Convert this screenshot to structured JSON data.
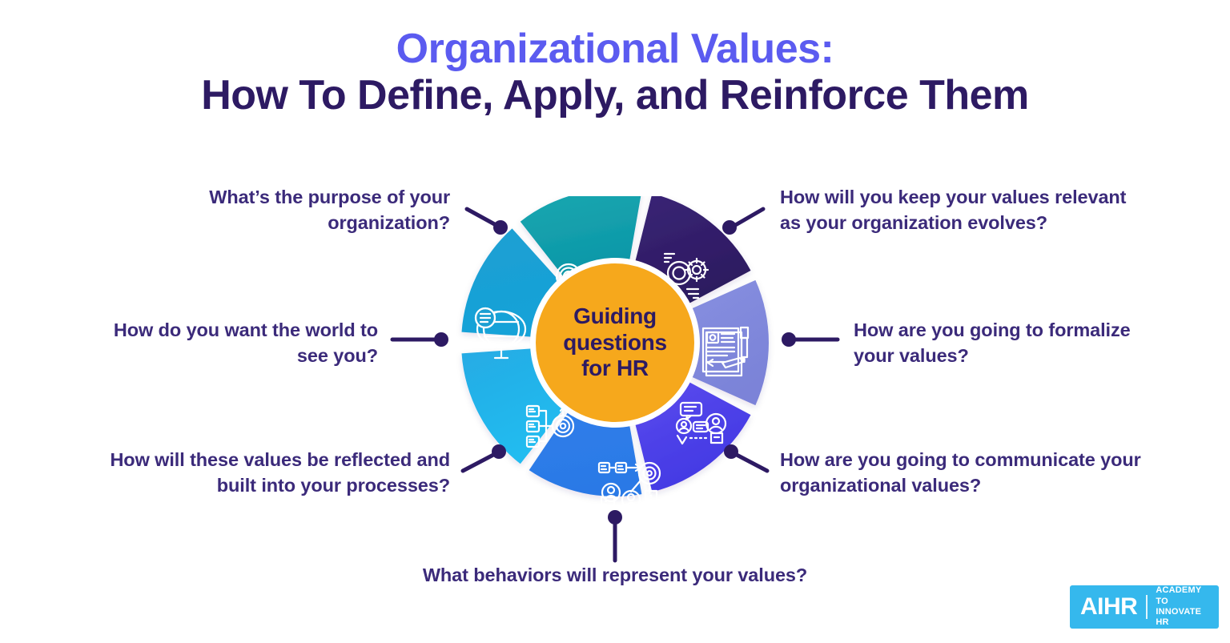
{
  "title": {
    "line1": "Organizational Values:",
    "line2": "How To Define, Apply, and Reinforce Them",
    "line1_color": "#5B5BF0",
    "line2_color": "#2D1A63"
  },
  "hub": {
    "text": "Guiding\nquestions\nfor HR",
    "fill": "#F6A81C",
    "text_color": "#2D1A63"
  },
  "chart_data": {
    "type": "pie",
    "title": "Guiding questions for HR",
    "subtype": "donut-wheel",
    "categories": [
      "What's the purpose of your organization?",
      "How do you want the world to see you?",
      "How will these values be reflected and built into your processes?",
      "What behaviors will represent your values?",
      "How are you going to communicate your organizational values?",
      "How are you going to formalize your values?",
      "How will you keep your values relevant as your organization evolves?"
    ],
    "values": [
      1,
      1,
      1,
      1,
      1,
      1,
      1
    ],
    "colors": [
      "#12A0AC",
      "#1C9FD2",
      "#23B3EA",
      "#2B7CE8",
      "#4B42E8",
      "#8189DC",
      "#33206B"
    ],
    "legend": "none",
    "grid": false
  },
  "segments": [
    {
      "id": "purpose",
      "color": "#12A0AC",
      "icon": "target-arrow-icon",
      "label": "What’s the purpose of your organization?",
      "label_lines": "What’s the purpose of your\norganization?"
    },
    {
      "id": "world",
      "color": "#1C9FD2",
      "icon": "globe-document-icon",
      "label": "How do you want the world to see you?",
      "label_lines": "How do you want the world to\nsee you?"
    },
    {
      "id": "processes",
      "color": "#23B3EA",
      "icon": "org-chart-target-icon",
      "label": "How will these values be reflected and built into your processes?",
      "label_lines": "How will these values be reflected and\nbuilt into your processes?"
    },
    {
      "id": "behaviors",
      "color": "#2B7CE8",
      "icon": "people-process-target-icon",
      "label": "What behaviors will represent your values?",
      "label_lines": "What behaviors will represent your values?"
    },
    {
      "id": "communicate",
      "color": "#4B42E8",
      "icon": "speech-bubbles-people-icon",
      "label": "How are you going to communicate your organizational values?",
      "label_lines": "How are you going to communicate your\norganizational values?"
    },
    {
      "id": "formalize",
      "color": "#8189DC",
      "icon": "documents-pen-icon",
      "label": "How are you going to formalize your values?",
      "label_lines": "How are you going to formalize\nyour values?"
    },
    {
      "id": "relevant",
      "color": "#33206B",
      "icon": "magnifier-gear-icon",
      "label": "How will you keep your values relevant as your organization evolves?",
      "label_lines": "How will you keep your values relevant\nas your organization evolves?"
    }
  ],
  "connectors": {
    "color": "#2D1A63"
  },
  "logo": {
    "mark": "AIHR",
    "tagline": "ACADEMY TO\nINNOVATE HR",
    "background": "#35B8ED",
    "text_color": "#FFFFFF"
  }
}
